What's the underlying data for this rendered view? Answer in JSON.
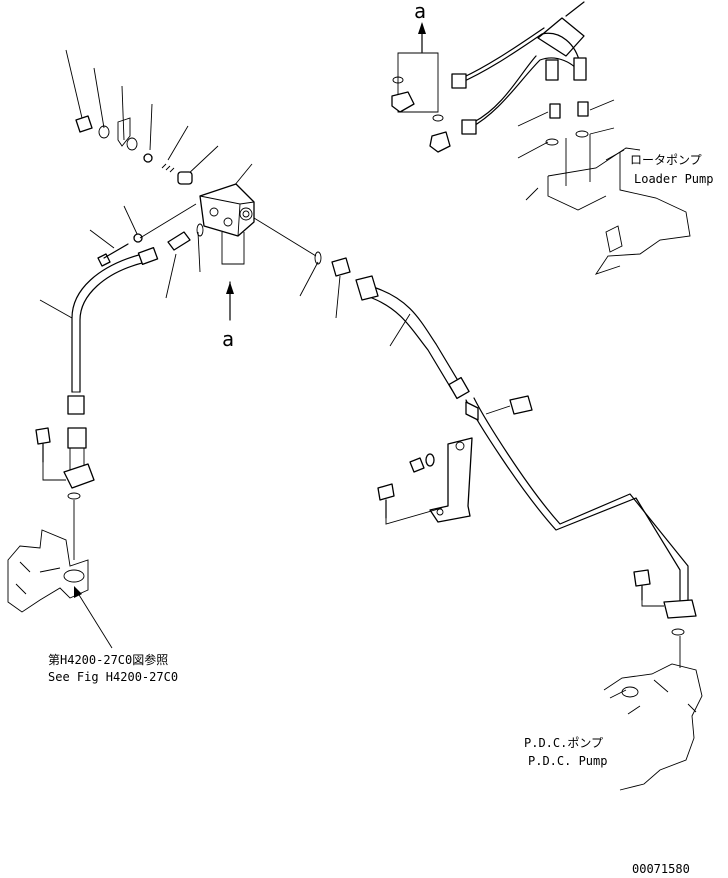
{
  "callouts": {
    "view_mark": "a",
    "loader_pump_jp": "ロータポンプ",
    "loader_pump_en": "Loader Pump",
    "see_fig_jp": "第H4200-27C0図参照",
    "see_fig_en": "See Fig H4200-27C0",
    "pdc_pump_jp": "P.D.C.ポンプ",
    "pdc_pump_en": "P.D.C. Pump"
  },
  "drawing_number": "00071580"
}
